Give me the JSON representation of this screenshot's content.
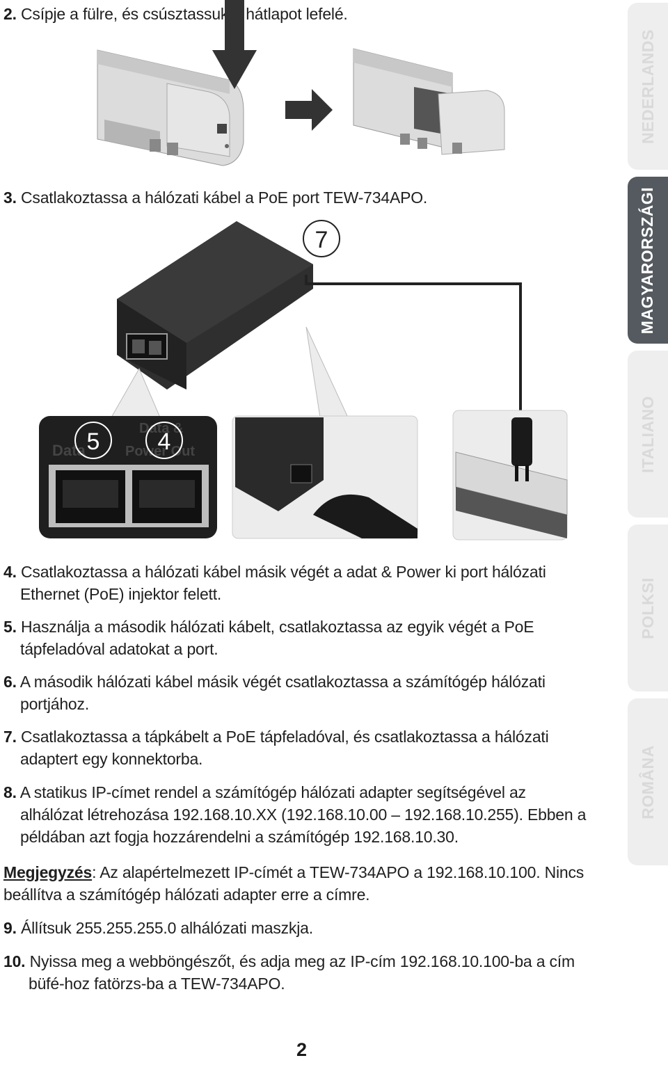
{
  "steps": {
    "s2": {
      "num": "2.",
      "text": "Csípje a fülre, és csúsztassuk a hátlapot lefelé."
    },
    "s3": {
      "num": "3.",
      "text": "Csatlakoztassa a hálózati kábel a PoE port TEW-734APO."
    },
    "s4": {
      "num": "4.",
      "line1": "Csatlakoztassa a hálózati kábel másik végét a adat & Power ki port hálózati",
      "line2": "Ethernet (PoE) injektor felett."
    },
    "s5": {
      "num": "5.",
      "line1": "Használja a második hálózati kábelt, csatlakoztassa az egyik végét a PoE",
      "line2": "tápfeladóval adatokat a port."
    },
    "s6": {
      "num": "6.",
      "line1": "A második hálózati kábel másik végét csatlakoztassa a számítógép hálózati",
      "line2": "portjához."
    },
    "s7": {
      "num": "7.",
      "line1": "Csatlakoztassa a tápkábelt a PoE tápfeladóval, és csatlakoztassa a hálózati",
      "line2": "adaptert egy konnektorba."
    },
    "s8": {
      "num": "8.",
      "line1": "A statikus IP-címet rendel a számítógép hálózati adapter segítségével az",
      "line2": "alhálózat létrehozása 192.168.10.XX (192.168.10.00 – 192.168.10.255). Ebben a",
      "line3": "példában azt fogja hozzárendelni a számítógép 192.168.10.30."
    },
    "s9": {
      "num": "9.",
      "text": "Állítsuk 255.255.255.0 alhálózati maszkja."
    },
    "s10": {
      "num": "10.",
      "line1": "Nyissa meg a webböngészőt, és adja meg az IP-cím 192.168.10.100-ba a cím",
      "line2": "büfé-hoz fatörzs-ba a TEW-734APO."
    }
  },
  "note": {
    "label": "Megjegyzés",
    "line1": ": Az alapértelmezett IP-címét a TEW-734APO a 192.168.10.100. Nincs",
    "line2": "beállítva a számítógép hálózati adapter erre a címre."
  },
  "figure": {
    "callout_7": "7",
    "callout_5": "5",
    "callout_4": "4",
    "port_label_data": "Data",
    "port_label_power_1": "Data &",
    "port_label_power_2": "Power Out"
  },
  "tabs": [
    {
      "label": "NEDERLANDS",
      "active": false
    },
    {
      "label": "MAGYARORSZÁGI",
      "active": true
    },
    {
      "label": "ITALIANO",
      "active": false
    },
    {
      "label": "POLKSI",
      "active": false
    },
    {
      "label": "ROMÂNA",
      "active": false
    }
  ],
  "page_number": "2",
  "colors": {
    "tab_active": "#555a60",
    "tab_inactive": "#eeeeee",
    "device": "#2b2b2b"
  }
}
